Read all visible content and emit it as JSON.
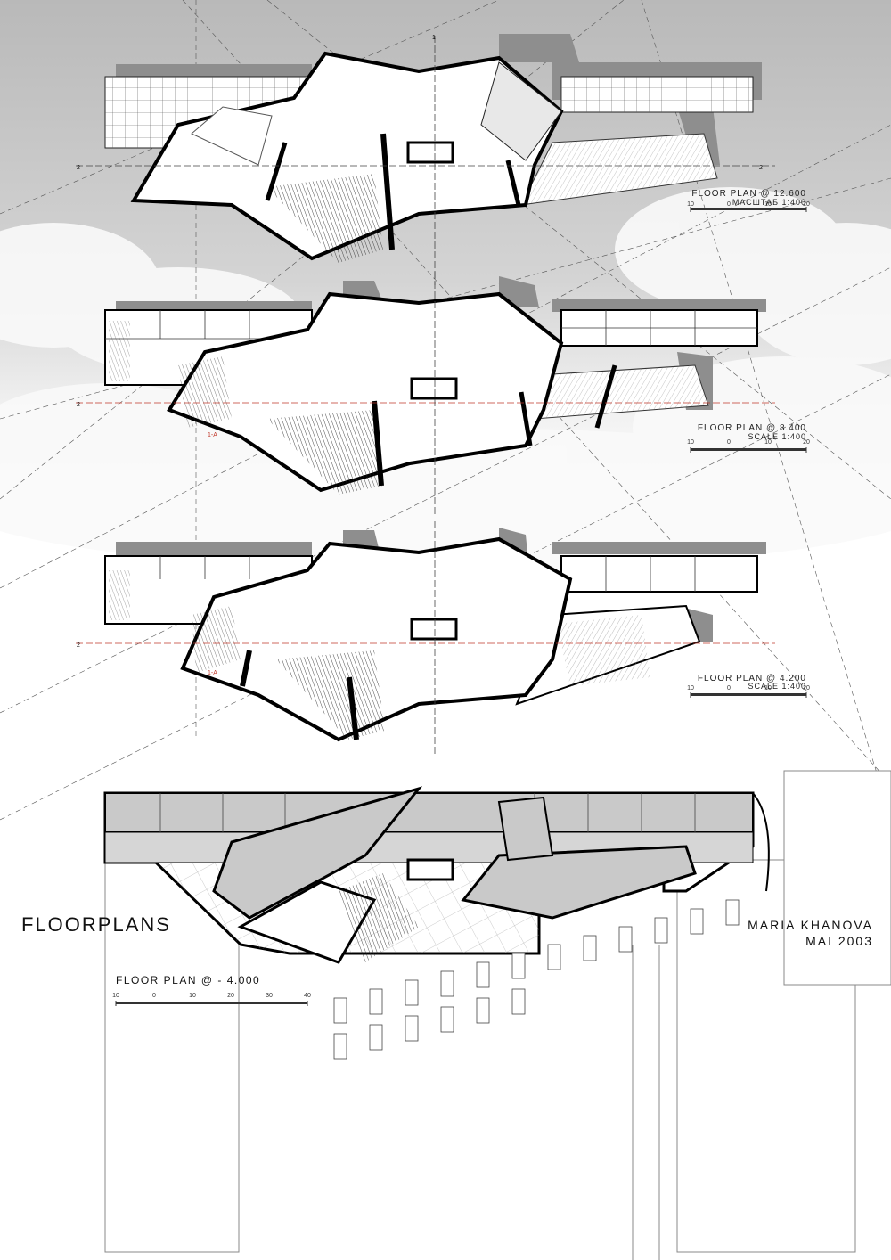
{
  "sheet": {
    "title": "FLOORPLANS",
    "author": "MARIA KHANOVA",
    "institution_date": "MAI 2003"
  },
  "plans": [
    {
      "title": "FLOOR PLAN @ 12.600",
      "scale": "МАСШТАБ 1:400",
      "scale_ticks": [
        "10",
        "0",
        "10",
        "20"
      ]
    },
    {
      "title": "FLOOR PLAN @ 8.400",
      "scale": "SCALE 1:400",
      "scale_ticks": [
        "10",
        "0",
        "10",
        "20"
      ]
    },
    {
      "title": "FLOOR PLAN @ 4.200",
      "scale": "SCALE 1:400",
      "scale_ticks": [
        "10",
        "0",
        "10",
        "20"
      ]
    },
    {
      "title": "FLOOR PLAN @ - 4.000",
      "scale": "",
      "scale_ticks": [
        "10",
        "0",
        "10",
        "20",
        "30",
        "40"
      ]
    }
  ],
  "section_marks": [
    "1",
    "2",
    "1-A"
  ],
  "colors": {
    "background_gray": "#c9c9c9",
    "cloud": "#ffffff",
    "slab": "#9a9a9a",
    "wall": "#000000",
    "floor": "#ffffff",
    "section_line_red": "#c0392b"
  }
}
